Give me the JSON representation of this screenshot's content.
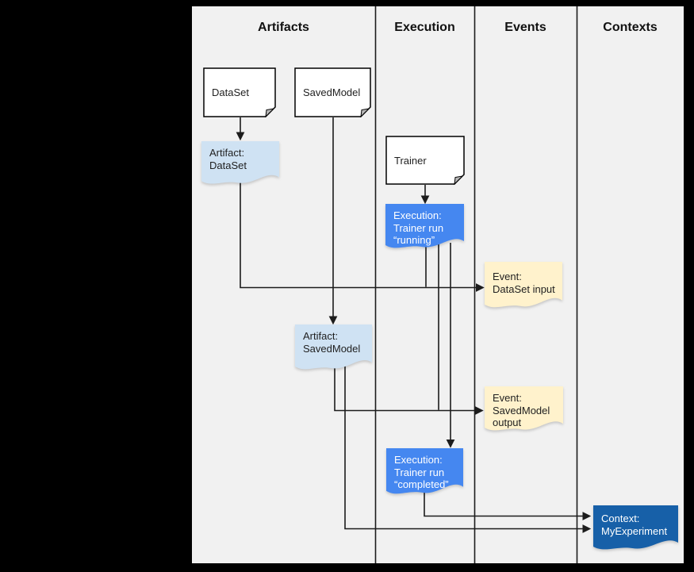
{
  "columns": [
    "Artifacts",
    "Execution",
    "Events",
    "Contexts"
  ],
  "nodes": {
    "dataset": {
      "label": "DataSet"
    },
    "savedmodel": {
      "label": "SavedModel"
    },
    "trainer": {
      "label": "Trainer"
    },
    "artifact_dataset": {
      "label": "Artifact:\nDataSet"
    },
    "execution_running": {
      "label": "Execution:\nTrainer run\n“running”"
    },
    "event_dataset_input": {
      "label": "Event:\nDataSet input"
    },
    "artifact_savedmodel": {
      "label": "Artifact:\nSavedModel"
    },
    "event_savedmodel_output": {
      "label": "Event:\nSavedModel\noutput"
    },
    "execution_completed": {
      "label": "Execution:\nTrainer run\n“completed”"
    },
    "context_myexperiment": {
      "label": "Context:\nMyExperiment"
    }
  },
  "edges": [
    {
      "from": "dataset",
      "to": "artifact_dataset"
    },
    {
      "from": "savedmodel",
      "to": "artifact_savedmodel"
    },
    {
      "from": "trainer",
      "to": "execution_running"
    },
    {
      "from": "artifact_dataset",
      "to": "event_dataset_input"
    },
    {
      "from": "execution_running",
      "to": "event_dataset_input"
    },
    {
      "from": "artifact_savedmodel",
      "to": "event_savedmodel_output"
    },
    {
      "from": "execution_running",
      "to": "event_savedmodel_output"
    },
    {
      "from": "execution_running",
      "to": "execution_completed"
    },
    {
      "from": "execution_completed",
      "to": "context_myexperiment"
    },
    {
      "from": "artifact_savedmodel",
      "to": "context_myexperiment"
    }
  ],
  "colors": {
    "frame_bg": "#000000",
    "canvas_bg": "#f1f1f1",
    "note_fill": "#ffffff",
    "note_stroke": "#000000",
    "fold_fill": "#b7b7b7",
    "artifact_fill": "#cfe2f3",
    "execution_fill": "#4587f0",
    "event_fill": "#fff2cc",
    "context_fill": "#1760a8",
    "line": "#1c1c1c"
  }
}
